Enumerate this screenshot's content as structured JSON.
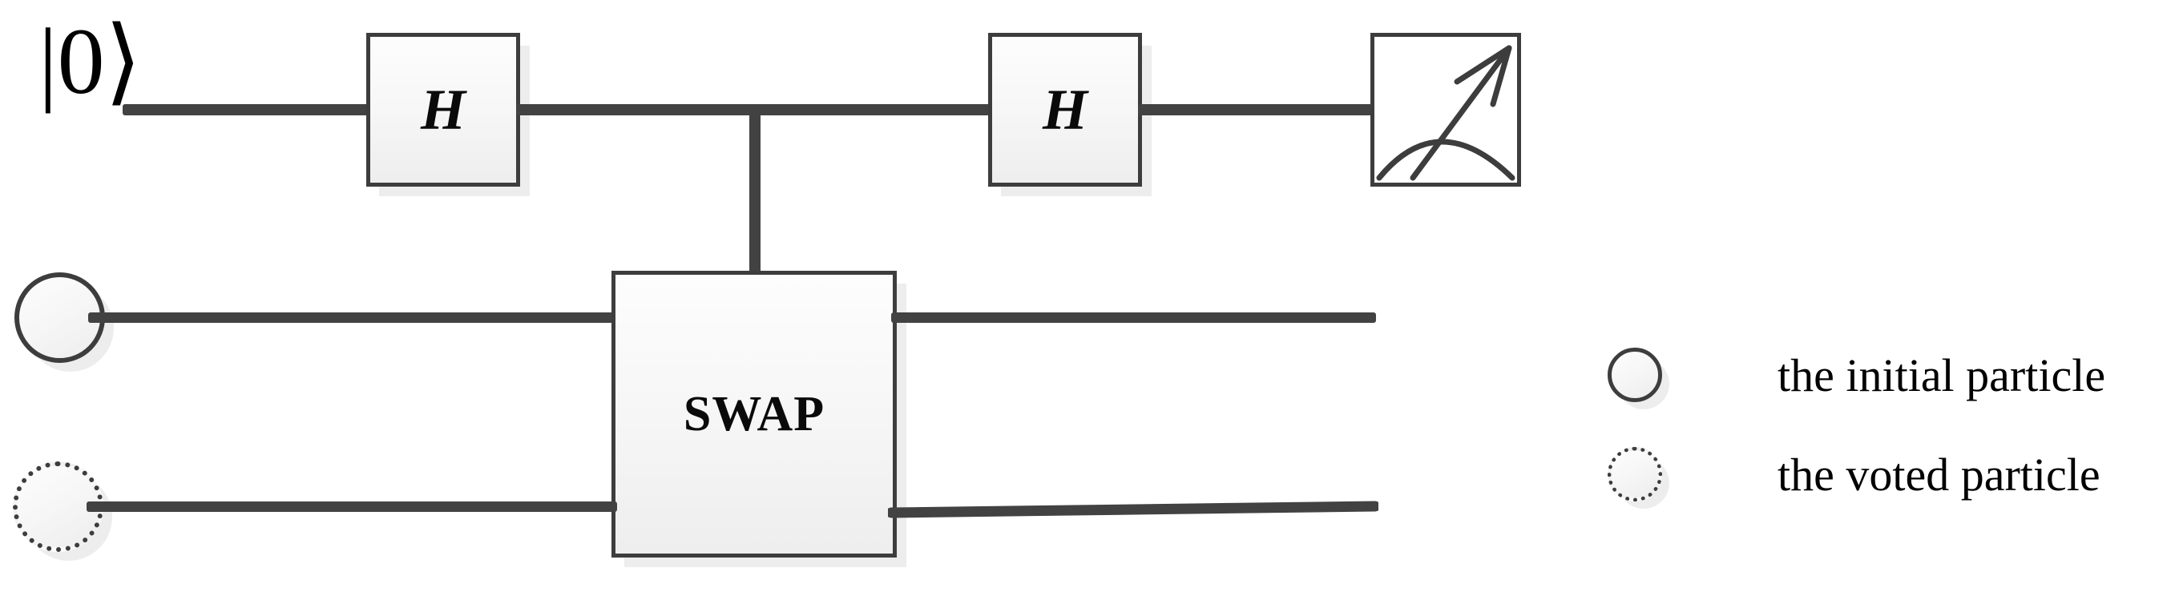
{
  "diagram": {
    "title": "quantum-swap-test-circuit",
    "colors": {
      "wire": "#424242",
      "gate_border": "#3d3d3d",
      "gate_fill": "#f7f7f7",
      "text": "#000000",
      "shadow": "rgba(0,0,0,0.07)"
    },
    "qubit_labels": {
      "ancilla": "|0⟩"
    },
    "gates": [
      {
        "id": "h1",
        "label": "H",
        "type": "hadamard",
        "wire": "ancilla"
      },
      {
        "id": "h2",
        "label": "H",
        "type": "hadamard",
        "wire": "ancilla"
      },
      {
        "id": "meas",
        "label": "",
        "type": "measurement",
        "wire": "ancilla"
      },
      {
        "id": "swap",
        "label": "SWAP",
        "type": "swap",
        "wire": "particles",
        "controlled_by": "ancilla"
      }
    ],
    "wires": [
      {
        "id": "wire-ancilla",
        "label": "|0⟩"
      },
      {
        "id": "wire-particle-initial",
        "label": ""
      },
      {
        "id": "wire-particle-voted",
        "label": ""
      }
    ],
    "particles": [
      {
        "id": "initial",
        "style": "solid"
      },
      {
        "id": "voted",
        "style": "dotted"
      }
    ]
  },
  "legend": {
    "items": [
      {
        "marker": "solid-circle",
        "label": "the initial particle"
      },
      {
        "marker": "dotted-circle",
        "label": "the voted particle"
      }
    ]
  }
}
